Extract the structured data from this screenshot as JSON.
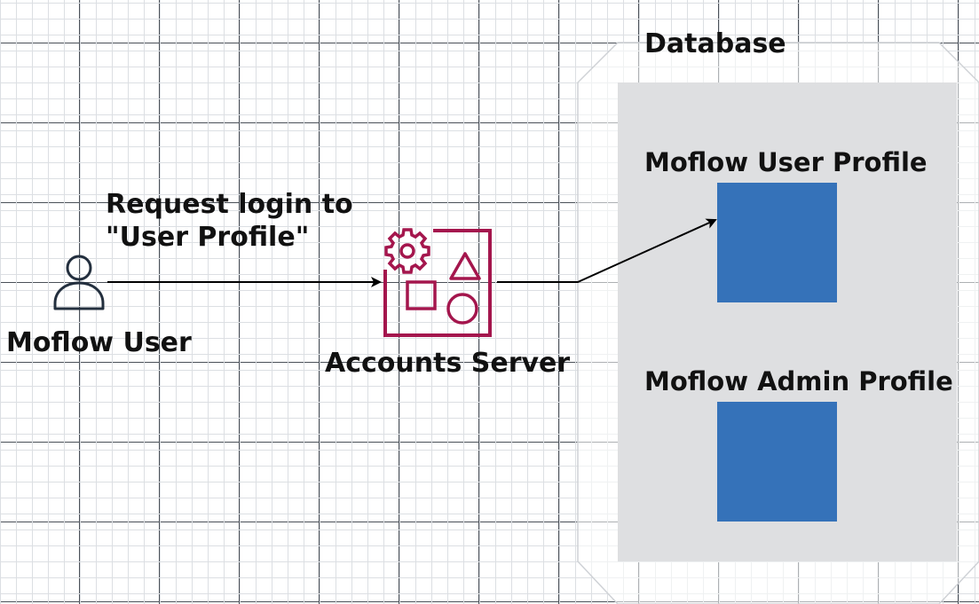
{
  "database": {
    "title": "Database",
    "profiles": [
      {
        "label": "Moflow User Profile"
      },
      {
        "label": "Moflow Admin Profile"
      }
    ]
  },
  "user": {
    "label": "Moflow User",
    "icon": "user-icon"
  },
  "server": {
    "label": "Accounts Server",
    "icon": "application-services-icon"
  },
  "request": {
    "label_lines": [
      "Request login to",
      "\"User Profile\""
    ]
  },
  "colors": {
    "server_icon": "#a4164d",
    "profile_box": "#3572b9",
    "database_panel": "#dedfe1",
    "user_icon": "#232f3e"
  }
}
